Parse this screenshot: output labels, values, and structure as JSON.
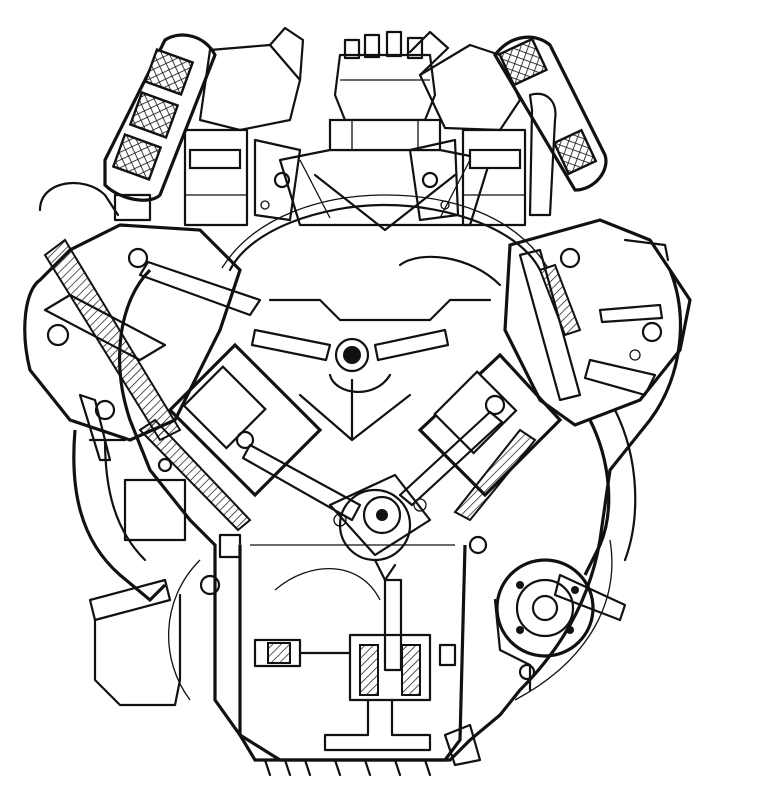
{
  "figure": {
    "kind": "technical-drawing",
    "subject": "v8-engine-cross-section",
    "style": "black ink line drawing on white background",
    "text_labels": []
  },
  "colors": {
    "ink": "#111111",
    "paper": "#ffffff"
  },
  "parts": {
    "left_air_cleaner": "mesh-icon",
    "right_air_cleaner": "mesh-icon",
    "distributor": "distributor-icon",
    "crank_pin": "crank-icon",
    "oil_pump": "pump-icon",
    "starter": "starter-icon",
    "oil_pan": "pan-icon"
  }
}
